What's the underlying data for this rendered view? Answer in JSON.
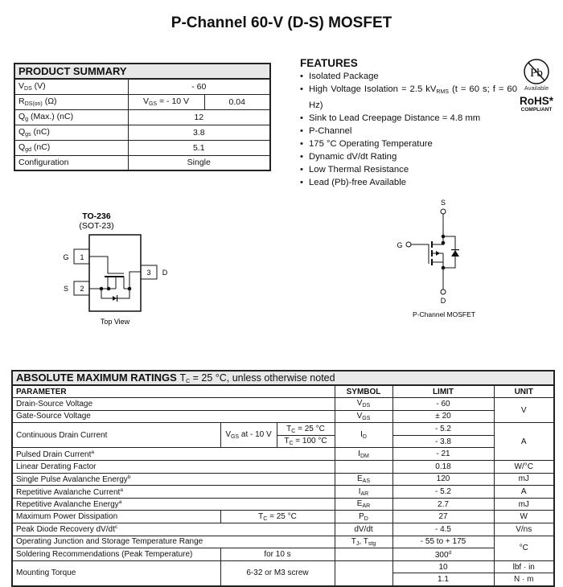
{
  "title": "P-Channel 60-V (D-S) MOSFET",
  "product_summary": {
    "heading": "PRODUCT SUMMARY",
    "rows": [
      {
        "label": "V",
        "sub": "DS",
        "rest": " (V)",
        "value": "- 60"
      },
      {
        "label": "R",
        "sub": "DS(on)",
        "rest": " (Ω)",
        "cond_main": "V",
        "cond_sub": "GS",
        "cond_rest": " = - 10 V",
        "value": "0.04"
      },
      {
        "label": "Q",
        "sub": "g",
        "rest": " (Max.) (nC)",
        "value": "12"
      },
      {
        "label": "Q",
        "sub": "gs",
        "rest": " (nC)",
        "value": "3.8"
      },
      {
        "label": "Q",
        "sub": "gd",
        "rest": " (nC)",
        "value": "5.1"
      },
      {
        "label": "Configuration",
        "sub": "",
        "rest": "",
        "value": "Single"
      }
    ]
  },
  "features": {
    "heading": "FEATURES",
    "items": [
      "Isolated Package",
      "High Voltage Isolation = 2.5 kV",
      "Sink to Lead Creepage Distance = 4.8 mm",
      "P-Channel",
      "175 °C Operating Temperature",
      "Dynamic dV/dt Rating",
      "Low Thermal Resistance",
      "Lead (Pb)-free Available"
    ],
    "isolation_sub": "RMS",
    "isolation_rest": " (t = 60 s; f = 60 Hz)"
  },
  "rohs": {
    "pb_text": "Pb",
    "available": "Available",
    "label": "RoHS*",
    "compliant": "COMPLIANT"
  },
  "package": {
    "name": "TO-236",
    "alt": "(SOT-23)",
    "pins": [
      "1",
      "2",
      "3"
    ],
    "labels": {
      "g": "G",
      "s": "S",
      "d": "D"
    },
    "view": "Top View"
  },
  "schematic": {
    "s": "S",
    "g": "G",
    "d": "D",
    "caption": "P-Channel MOSFET"
  },
  "abs_max": {
    "title": "ABSOLUTE MAXIMUM RATINGS",
    "cond_t": "T",
    "cond_sub": "C",
    "cond_rest": " = 25 °C, unless otherwise noted",
    "headers": {
      "parameter": "PARAMETER",
      "symbol": "SYMBOL",
      "limit": "LIMIT",
      "unit": "UNIT"
    },
    "rows": [
      {
        "param": "Drain-Source Voltage",
        "sym": "V",
        "sym_sub": "DS",
        "limit": "- 60",
        "unit": "V"
      },
      {
        "param": "Gate-Source Voltage",
        "sym": "V",
        "sym_sub": "GS",
        "limit": "± 20"
      },
      {
        "param": "Continuous Drain Current",
        "cond": "V",
        "cond_sub": "GS",
        "cond_rest": " at - 10 V",
        "sub1_t": "T",
        "sub1_sub": "C",
        "sub1_rest": " = 25 °C",
        "sub2_t": "T",
        "sub2_sub": "C",
        "sub2_rest": " = 100 °C",
        "sym": "I",
        "sym_sub": "D",
        "limit": "- 5.2",
        "limit2": "- 3.8",
        "unit": "A"
      },
      {
        "param": "Pulsed Drain Current",
        "param_sup": "a",
        "sym": "I",
        "sym_sub": "DM",
        "limit": "- 21"
      },
      {
        "param": "Linear Derating Factor",
        "limit": "0.18",
        "unit": "W/°C"
      },
      {
        "param": "Single Pulse Avalanche Energy",
        "param_sup": "b",
        "sym": "E",
        "sym_sub": "AS",
        "limit": "120",
        "unit": "mJ"
      },
      {
        "param": "Repetitive Avalanche Current",
        "param_sup": "a",
        "sym": "I",
        "sym_sub": "AR",
        "limit": "- 5.2",
        "unit": "A"
      },
      {
        "param": "Repetitive Avalanche Energy",
        "param_sup": "a",
        "sym": "E",
        "sym_sub": "AR",
        "limit": "2.7",
        "unit": "mJ"
      },
      {
        "param": "Maximum Power Dissipation",
        "cond_t": "T",
        "cond_sub": "C",
        "cond_rest": " = 25 °C",
        "sym": "P",
        "sym_sub": "D",
        "limit": "27",
        "unit": "W"
      },
      {
        "param": "Peak Diode Recovery dV/dt",
        "param_sup": "c",
        "sym": "dV/dt",
        "limit": "- 4.5",
        "unit": "V/ns"
      },
      {
        "param": "Operating Junction and Storage Temperature Range",
        "sym": "T",
        "sym_sub": "J",
        "sym_mid": ", T",
        "sym_sub2": "stg",
        "limit": "- 55 to + 175",
        "unit": "°C"
      },
      {
        "param": "Soldering Recommendations (Peak Temperature)",
        "cond": "for 10 s",
        "limit": "300",
        "limit_sup": "d"
      },
      {
        "param": "Mounting Torque",
        "cond": "6-32 or M3 screw",
        "limit": "10",
        "unit": "lbf · in",
        "limit2": "1.1",
        "unit2": "N · m"
      }
    ]
  }
}
